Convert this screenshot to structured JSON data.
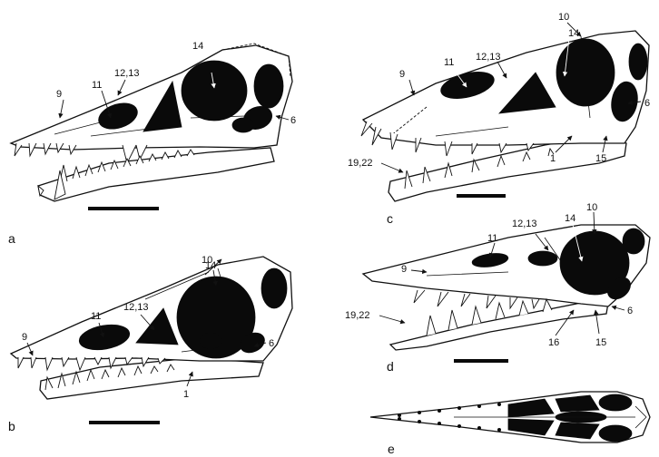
{
  "panels": {
    "a": {
      "letter": "a",
      "labels": {
        "l9": "9",
        "l11": "11",
        "l12_13": "12,13",
        "l14": "14",
        "l6": "6"
      }
    },
    "b": {
      "letter": "b",
      "labels": {
        "l9": "9",
        "l11": "11",
        "l12_13": "12,13",
        "l14": "14",
        "l10": "10",
        "l6": "6",
        "l1": "1"
      }
    },
    "c": {
      "letter": "c",
      "labels": {
        "l9": "9",
        "l11": "11",
        "l12_13": "12,13",
        "l14": "14",
        "l10": "10",
        "l6": "6",
        "l19_22": "19,22",
        "l1": "1",
        "l15": "15"
      }
    },
    "d": {
      "letter": "d",
      "labels": {
        "l9": "9",
        "l11": "11",
        "l12_13": "12,13",
        "l14": "14",
        "l10": "10",
        "l6": "6",
        "l19_22": "19,22",
        "l16": "16",
        "l15": "15"
      }
    },
    "e": {
      "letter": "e"
    }
  }
}
